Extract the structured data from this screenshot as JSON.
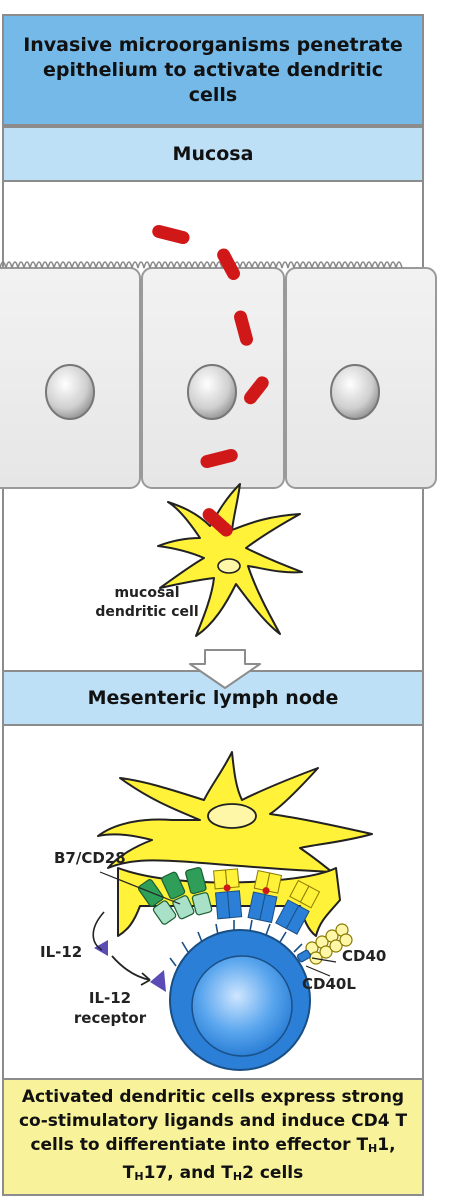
{
  "title": "Invasive microorganisms penetrate epithelium to activate dendritic cells",
  "sections": {
    "mucosa": "Mucosa",
    "lymph_node": "Mesenteric lymph node"
  },
  "labels": {
    "mucosal_dc": "mucosal dendritic cell",
    "b7_cd28": "B7/CD28",
    "il12": "IL-12",
    "il12_receptor": "IL-12 receptor",
    "cd40": "CD40",
    "cd40l": "CD40L"
  },
  "footer": {
    "line1": "Activated dendritic cells express strong co-stimulatory ligands and induce CD4 T cells to differentiate into effector",
    "th1": "1,",
    "th17": "17, and",
    "th2": "2 cells"
  },
  "colors": {
    "title_bg": "#74b9e8",
    "section_bg": "#bde0f7",
    "footer_bg": "#f8f39a",
    "dendritic_cell": "#fff238",
    "bacteria": "#d01818",
    "t_cell": "#2b7fd6",
    "b7": "#2e9e58",
    "cd28": "#a8e0c8"
  }
}
